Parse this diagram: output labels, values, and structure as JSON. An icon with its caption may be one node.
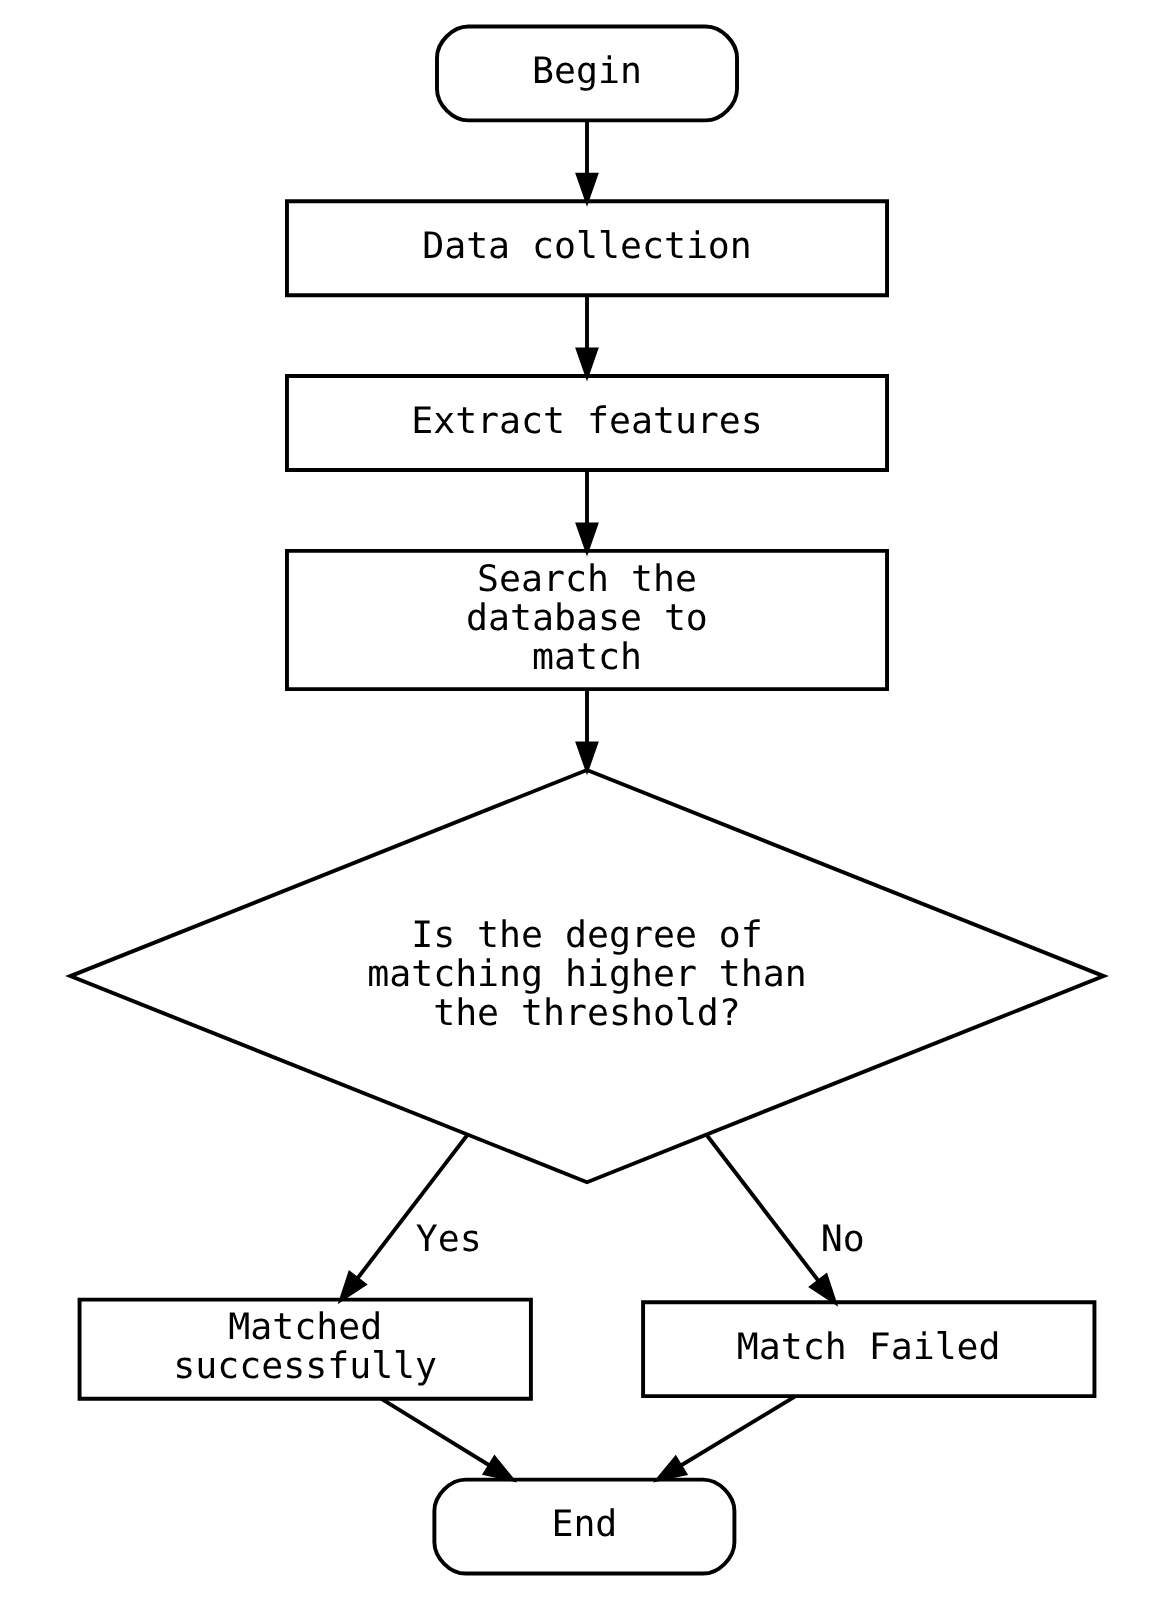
{
  "diagram": {
    "nodes": [
      {
        "text": [
          "Begin"
        ]
      },
      {
        "text": [
          "Data collection"
        ]
      },
      {
        "text": [
          "Extract features"
        ]
      },
      {
        "text": [
          "Search the database to match"
        ]
      },
      {
        "text": [
          "Is the degree of matching higher than the threshold?"
        ]
      },
      {
        "text": [
          "Match Failed"
        ]
      },
      {
        "text": [
          "Matched successfully"
        ]
      },
      {
        "text": [
          "End"
        ]
      }
    ],
    "edges": [
      {
        "from": 0,
        "to": 1,
        "arrow": "to"
      },
      {
        "from": 1,
        "to": 2,
        "arrow": "to"
      },
      {
        "from": 2,
        "to": 3,
        "arrow": "to"
      },
      {
        "from": 3,
        "to": 4,
        "arrow": "to"
      },
      {
        "from": 4,
        "to": 6,
        "arrow": "to",
        "label": "Yes"
      },
      {
        "from": 4,
        "to": 5,
        "arrow": "to",
        "label": "No"
      },
      {
        "from": 6,
        "to": 7,
        "arrow": "to"
      },
      {
        "from": 5,
        "to": 7,
        "arrow": "to"
      }
    ]
  }
}
